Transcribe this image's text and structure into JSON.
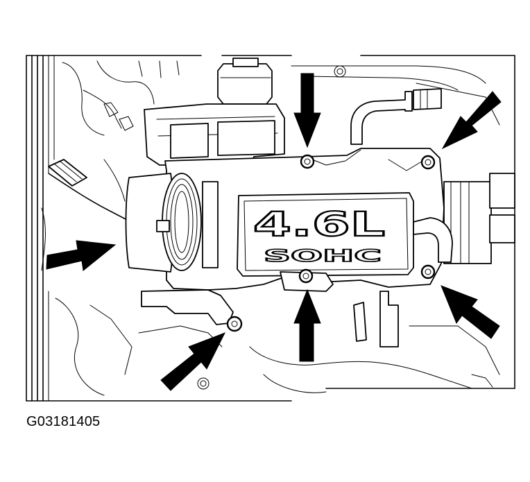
{
  "diagram": {
    "engine_label_large": "4.6L",
    "engine_label_small": "SOHC"
  },
  "caption": {
    "figure_id": "G03181405"
  }
}
